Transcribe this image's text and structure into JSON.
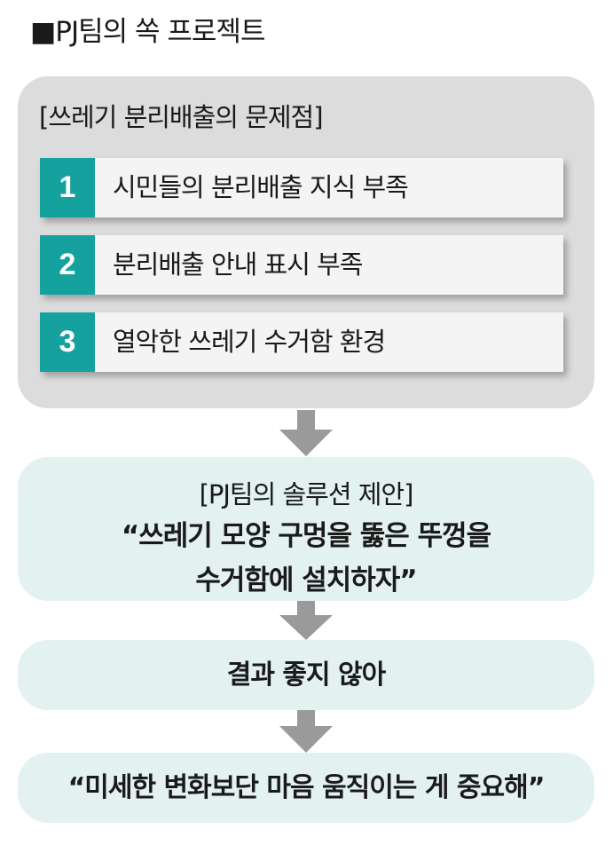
{
  "title": "■PJ팀의 쏙 프로젝트",
  "problems": {
    "heading": "[쓰레기 분리배출의 문제점]",
    "items": [
      {
        "num": "1",
        "label": "시민들의 분리배출 지식 부족"
      },
      {
        "num": "2",
        "label": "분리배출 안내 표시 부족"
      },
      {
        "num": "3",
        "label": "열악한 쓰레기 수거함 환경"
      }
    ]
  },
  "proposal": {
    "heading": "[PJ팀의 솔루션 제안]",
    "quote_line1": "“쓰레기 모양 구멍을 뚫은 뚜껑을",
    "quote_line2": "수거함에 설치하자”"
  },
  "result": {
    "text": "결과 좋지 않아"
  },
  "conclusion": {
    "text": "“미세한 변화보단 마음 움직이는 게 중요해”"
  },
  "colors": {
    "accent": "#15a29e",
    "problem_bg": "#dcdcdc",
    "item_bg": "#f4f4f4",
    "step_bg": "#e3f1f1",
    "arrow": "#9a9a9a"
  }
}
